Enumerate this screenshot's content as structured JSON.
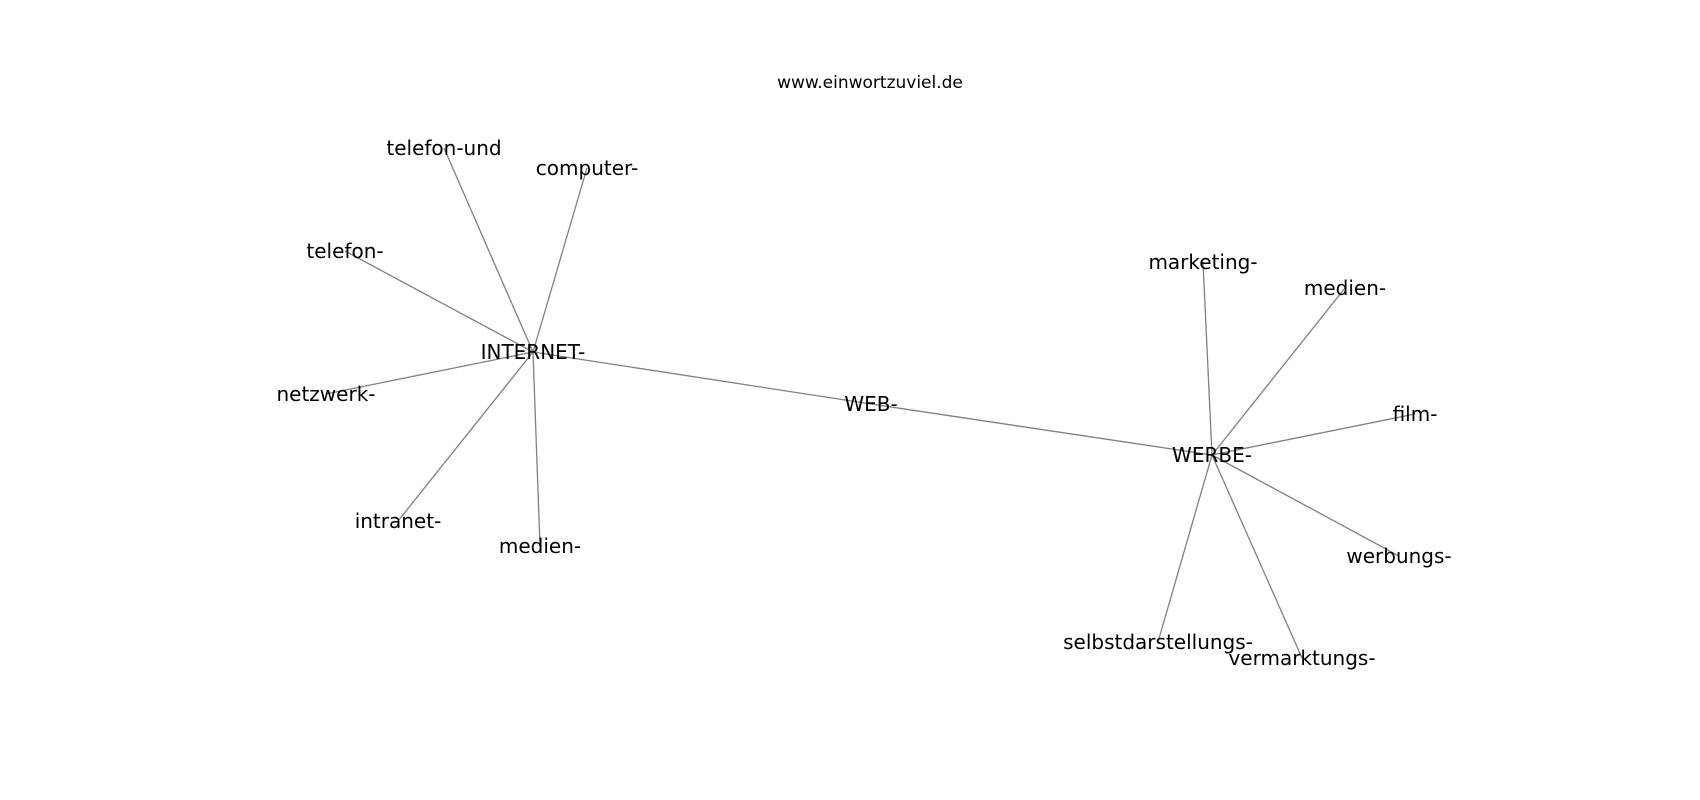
{
  "title": "www.einwortzuviel.de",
  "graph": {
    "edge_color": "#808080",
    "text_color": "#000000",
    "nodes": [
      {
        "id": "web",
        "label": "WEB-"
      },
      {
        "id": "internet",
        "label": "INTERNET-"
      },
      {
        "id": "werbe",
        "label": "WERBE-"
      },
      {
        "id": "telefon-und",
        "label": "telefon-und"
      },
      {
        "id": "computer",
        "label": "computer-"
      },
      {
        "id": "telefon",
        "label": "telefon-"
      },
      {
        "id": "netzwerk",
        "label": "netzwerk-"
      },
      {
        "id": "intranet",
        "label": "intranet-"
      },
      {
        "id": "medien-internet",
        "label": "medien-"
      },
      {
        "id": "marketing",
        "label": "marketing-"
      },
      {
        "id": "medien-werbe",
        "label": "medien-"
      },
      {
        "id": "film",
        "label": "film-"
      },
      {
        "id": "werbungs",
        "label": "werbungs-"
      },
      {
        "id": "selbstdarstellungs",
        "label": "selbstdarstellungs-"
      },
      {
        "id": "vermarktungs",
        "label": "vermarktungs-"
      }
    ],
    "edges": [
      [
        "internet",
        "web"
      ],
      [
        "web",
        "werbe"
      ],
      [
        "internet",
        "telefon-und"
      ],
      [
        "internet",
        "computer"
      ],
      [
        "internet",
        "telefon"
      ],
      [
        "internet",
        "netzwerk"
      ],
      [
        "internet",
        "intranet"
      ],
      [
        "internet",
        "medien-internet"
      ],
      [
        "werbe",
        "marketing"
      ],
      [
        "werbe",
        "medien-werbe"
      ],
      [
        "werbe",
        "film"
      ],
      [
        "werbe",
        "werbungs"
      ],
      [
        "werbe",
        "selbstdarstellungs"
      ],
      [
        "werbe",
        "vermarktungs"
      ]
    ]
  }
}
